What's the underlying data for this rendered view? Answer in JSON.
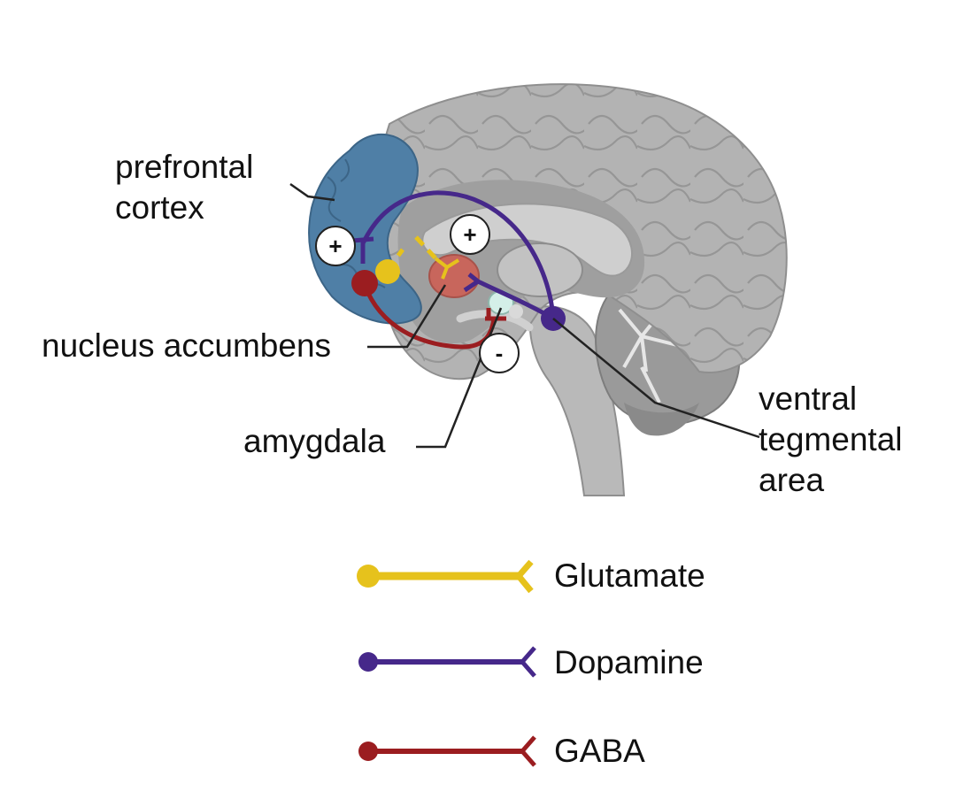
{
  "labels": {
    "prefrontal_line1": "prefrontal",
    "prefrontal_line2": "cortex",
    "nucleus_accumbens": "nucleus accumbens",
    "amygdala": "amygdala",
    "vta_line1": "ventral",
    "vta_line2": "tegmental",
    "vta_line3": "area"
  },
  "signs": {
    "excite_pfc": "+",
    "excite_nac": "+",
    "inhibit_amygdala": "-"
  },
  "legend": [
    {
      "label": "Glutamate",
      "color": "#e6c21c",
      "icon": "glutamate-synapse-icon"
    },
    {
      "label": "Dopamine",
      "color": "#46288a",
      "icon": "dopamine-synapse-icon"
    },
    {
      "label": "GABA",
      "color": "#9b1d20",
      "icon": "gaba-synapse-icon"
    }
  ],
  "colors": {
    "prefrontal_cortex": "#4f7fa6",
    "nucleus_accumbens": "#c8665c",
    "amygdala": "#d4efe8",
    "brain": "#a8a8a8"
  }
}
